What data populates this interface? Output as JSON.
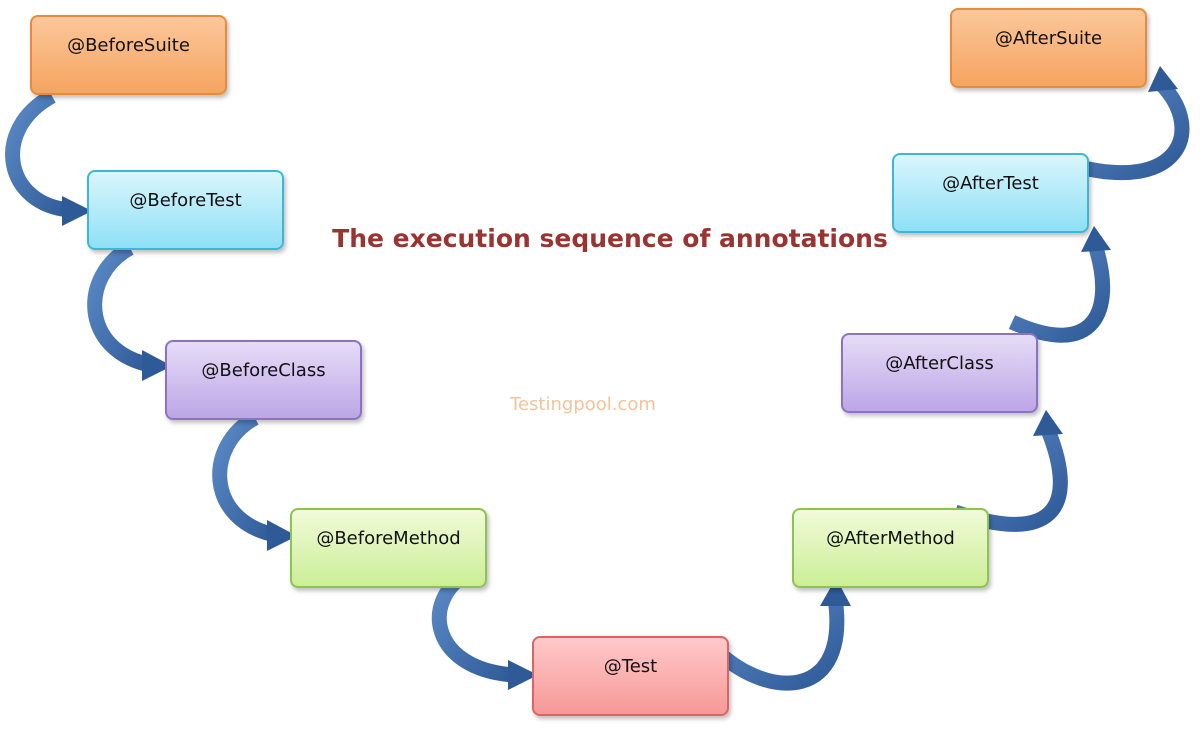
{
  "title": "The execution sequence of annotations",
  "watermark": "Testingpool.com",
  "nodes": [
    {
      "label": "@BeforeSuite"
    },
    {
      "label": "@BeforeTest"
    },
    {
      "label": "@BeforeClass"
    },
    {
      "label": "@BeforeMethod"
    },
    {
      "label": "@Test"
    },
    {
      "label": "@AfterMethod"
    },
    {
      "label": "@AfterClass"
    },
    {
      "label": "@AfterTest"
    },
    {
      "label": "@AfterSuite"
    }
  ],
  "colors": {
    "arrow": "#3d6aa8",
    "title": "#9b3330",
    "watermark": "#f4c39a",
    "suite": "#f6a460",
    "test_level": "#8fe0f6",
    "class": "#bca6e6",
    "method": "#cbee96",
    "test": "#f79898"
  }
}
